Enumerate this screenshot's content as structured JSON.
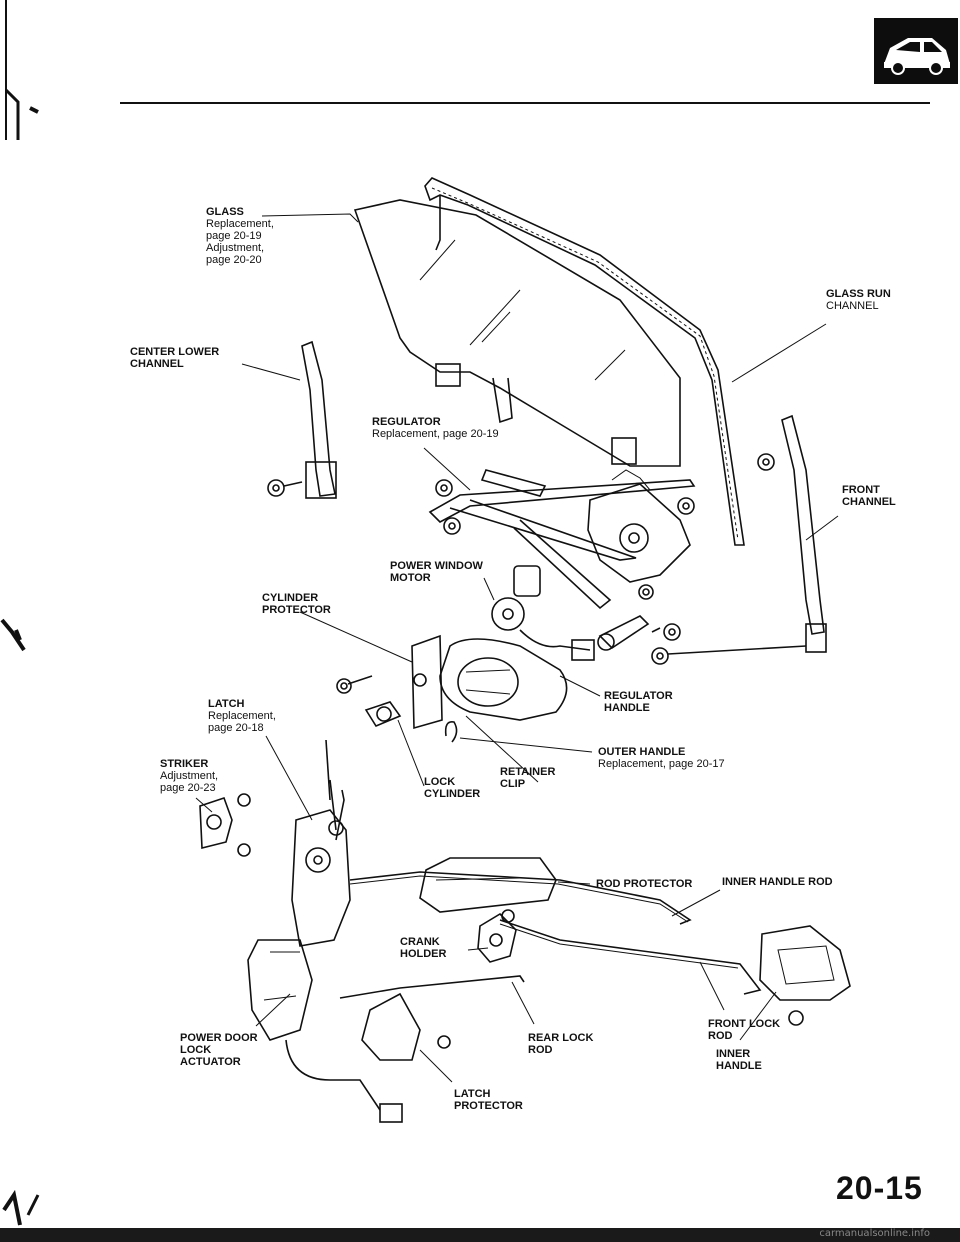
{
  "page_number": "20-15",
  "watermark": "carmanualsonline.info",
  "header_icon": "car-door-icon",
  "callouts": [
    {
      "key": "glass",
      "title": "GLASS",
      "sub": [
        "Replacement,",
        "page 20-19",
        "Adjustment,",
        "page 20-20"
      ]
    },
    {
      "key": "glass_run",
      "title": "GLASS RUN",
      "sub": [
        "CHANNEL"
      ]
    },
    {
      "key": "center_lower",
      "title": "CENTER LOWER",
      "sub": [
        "CHANNEL"
      ]
    },
    {
      "key": "regulator",
      "title": "REGULATOR",
      "sub": [
        "Replacement, page 20-19"
      ]
    },
    {
      "key": "front_channel",
      "title": "FRONT",
      "sub": [
        "CHANNEL"
      ]
    },
    {
      "key": "power_window",
      "title": "POWER WINDOW",
      "sub": [
        "MOTOR"
      ]
    },
    {
      "key": "cylinder_protector",
      "title": "CYLINDER",
      "sub": [
        "PROTECTOR"
      ]
    },
    {
      "key": "latch",
      "title": "LATCH",
      "sub": [
        "Replacement,",
        "page 20-18"
      ]
    },
    {
      "key": "regulator_handle",
      "title": "REGULATOR",
      "sub": [
        "HANDLE"
      ]
    },
    {
      "key": "striker",
      "title": "STRIKER",
      "sub": [
        "Adjustment,",
        "page 20-23"
      ]
    },
    {
      "key": "outer_handle",
      "title": "OUTER HANDLE",
      "sub": [
        "Replacement, page 20-17"
      ]
    },
    {
      "key": "retainer_clip",
      "title": "RETAINER",
      "sub": [
        "CLIP"
      ]
    },
    {
      "key": "lock_cylinder",
      "title": "LOCK",
      "sub": [
        "CYLINDER"
      ]
    },
    {
      "key": "rod_protector",
      "title": "ROD PROTECTOR",
      "sub": []
    },
    {
      "key": "inner_handle_rod",
      "title": "INNER HANDLE ROD",
      "sub": []
    },
    {
      "key": "crank_holder",
      "title": "CRANK",
      "sub": [
        "HOLDER"
      ]
    },
    {
      "key": "front_lock_rod",
      "title": "FRONT LOCK",
      "sub": [
        "ROD"
      ]
    },
    {
      "key": "power_door_lock",
      "title": "POWER DOOR",
      "sub": [
        "LOCK",
        "ACTUATOR"
      ]
    },
    {
      "key": "rear_lock_rod",
      "title": "REAR LOCK",
      "sub": [
        "ROD"
      ]
    },
    {
      "key": "inner_handle",
      "title": "INNER",
      "sub": [
        "HANDLE"
      ]
    },
    {
      "key": "latch_protector",
      "title": "LATCH",
      "sub": [
        "PROTECTOR"
      ]
    }
  ]
}
